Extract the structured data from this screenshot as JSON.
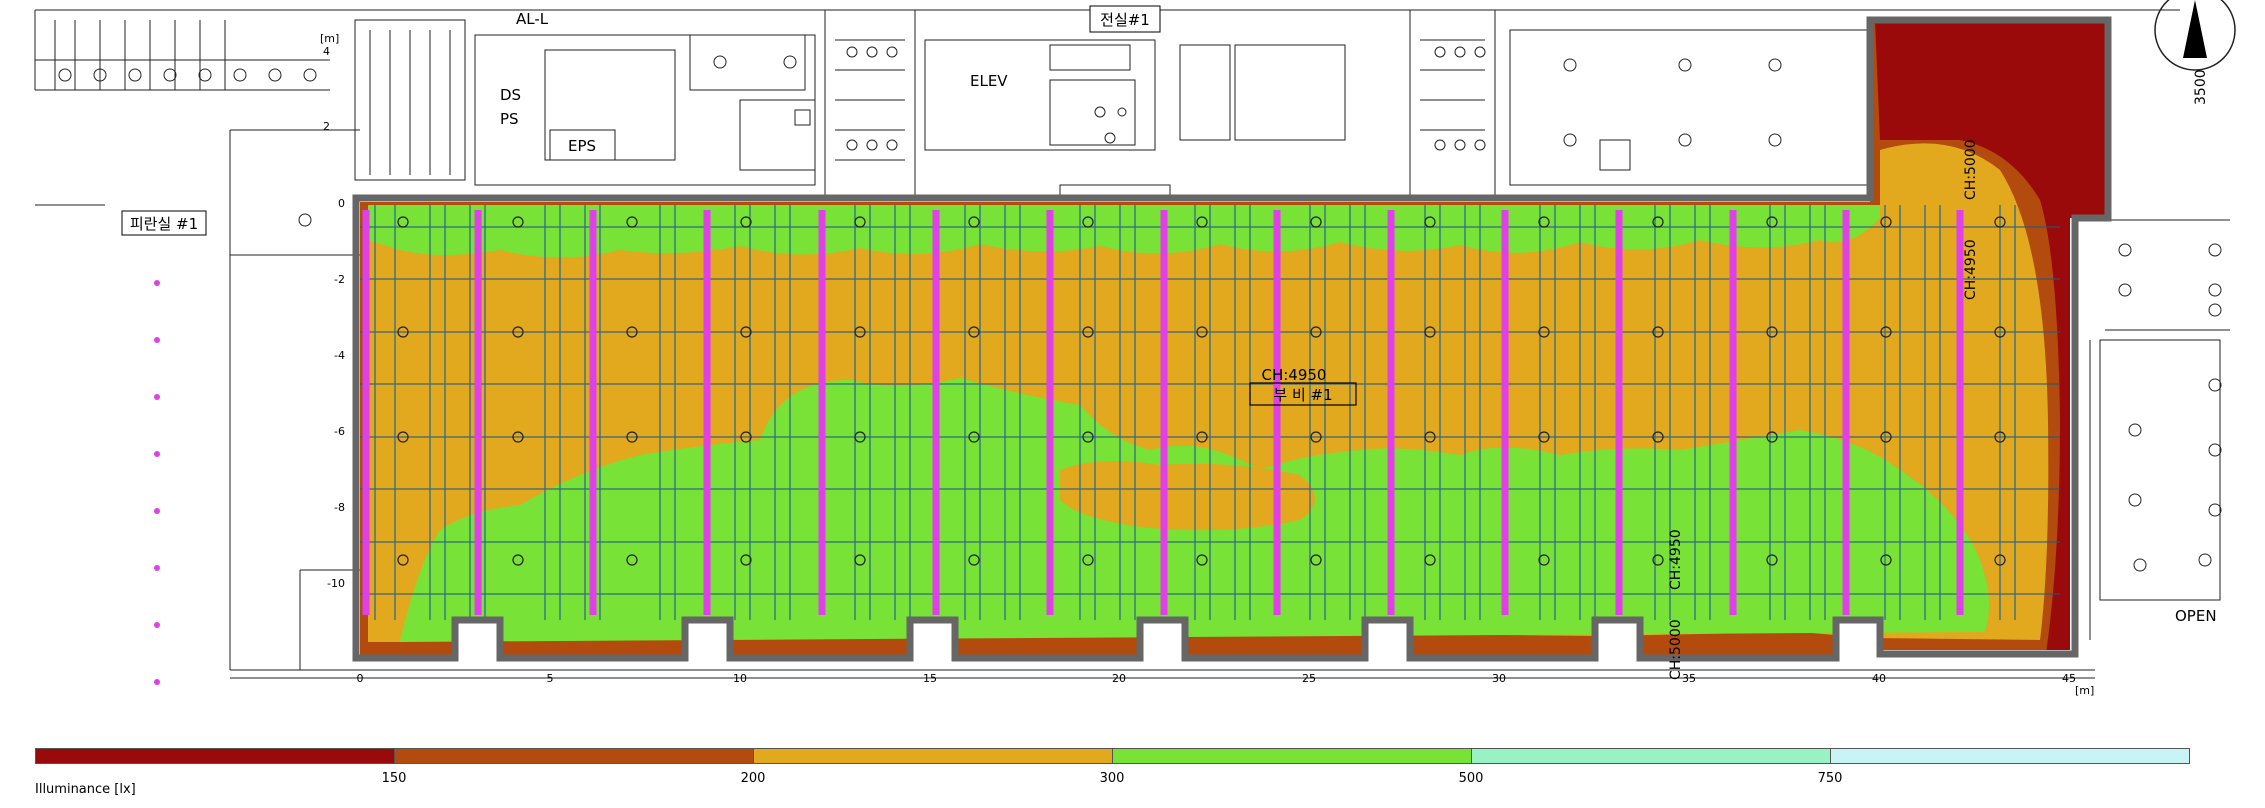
{
  "labels": {
    "al_l": "AL-L",
    "jeonsil": "전실#1",
    "piransil": "피란실 #1",
    "ds": "DS",
    "ps": "PS",
    "eps": "EPS",
    "elev": "ELEV",
    "open": "OPEN",
    "ch_main": "CH:4950",
    "room": "부 비 #1",
    "ch_right": "CH:4950",
    "ch_right_top": "CH:5000",
    "ch_lower": "CH:4950",
    "ch_lower2": "CH:5000",
    "dim_3500": "3500",
    "unit_m_top": "[m]",
    "unit_m_bottom": "[m]"
  },
  "axis": {
    "y_ticks": [
      "4",
      "2",
      "0",
      "-2",
      "-4",
      "-6",
      "-8",
      "-10"
    ],
    "x_ticks": [
      "0",
      "5",
      "10",
      "15",
      "20",
      "25",
      "30",
      "35",
      "40",
      "45"
    ]
  },
  "legend": {
    "title": "Illuminance [lx]",
    "ticks": [
      "150",
      "200",
      "300",
      "500",
      "750"
    ],
    "colors": [
      "#9b0a0a",
      "#b34a0e",
      "#e2a81e",
      "#78e236",
      "#98f2c4",
      "#c8f4f5"
    ]
  },
  "colors": {
    "band_red": "#9b0a0a",
    "band_brown": "#b34a0e",
    "band_orange": "#e2a81e",
    "band_green": "#78e236",
    "luminaire": "#e040e8",
    "wall": "#666666"
  }
}
